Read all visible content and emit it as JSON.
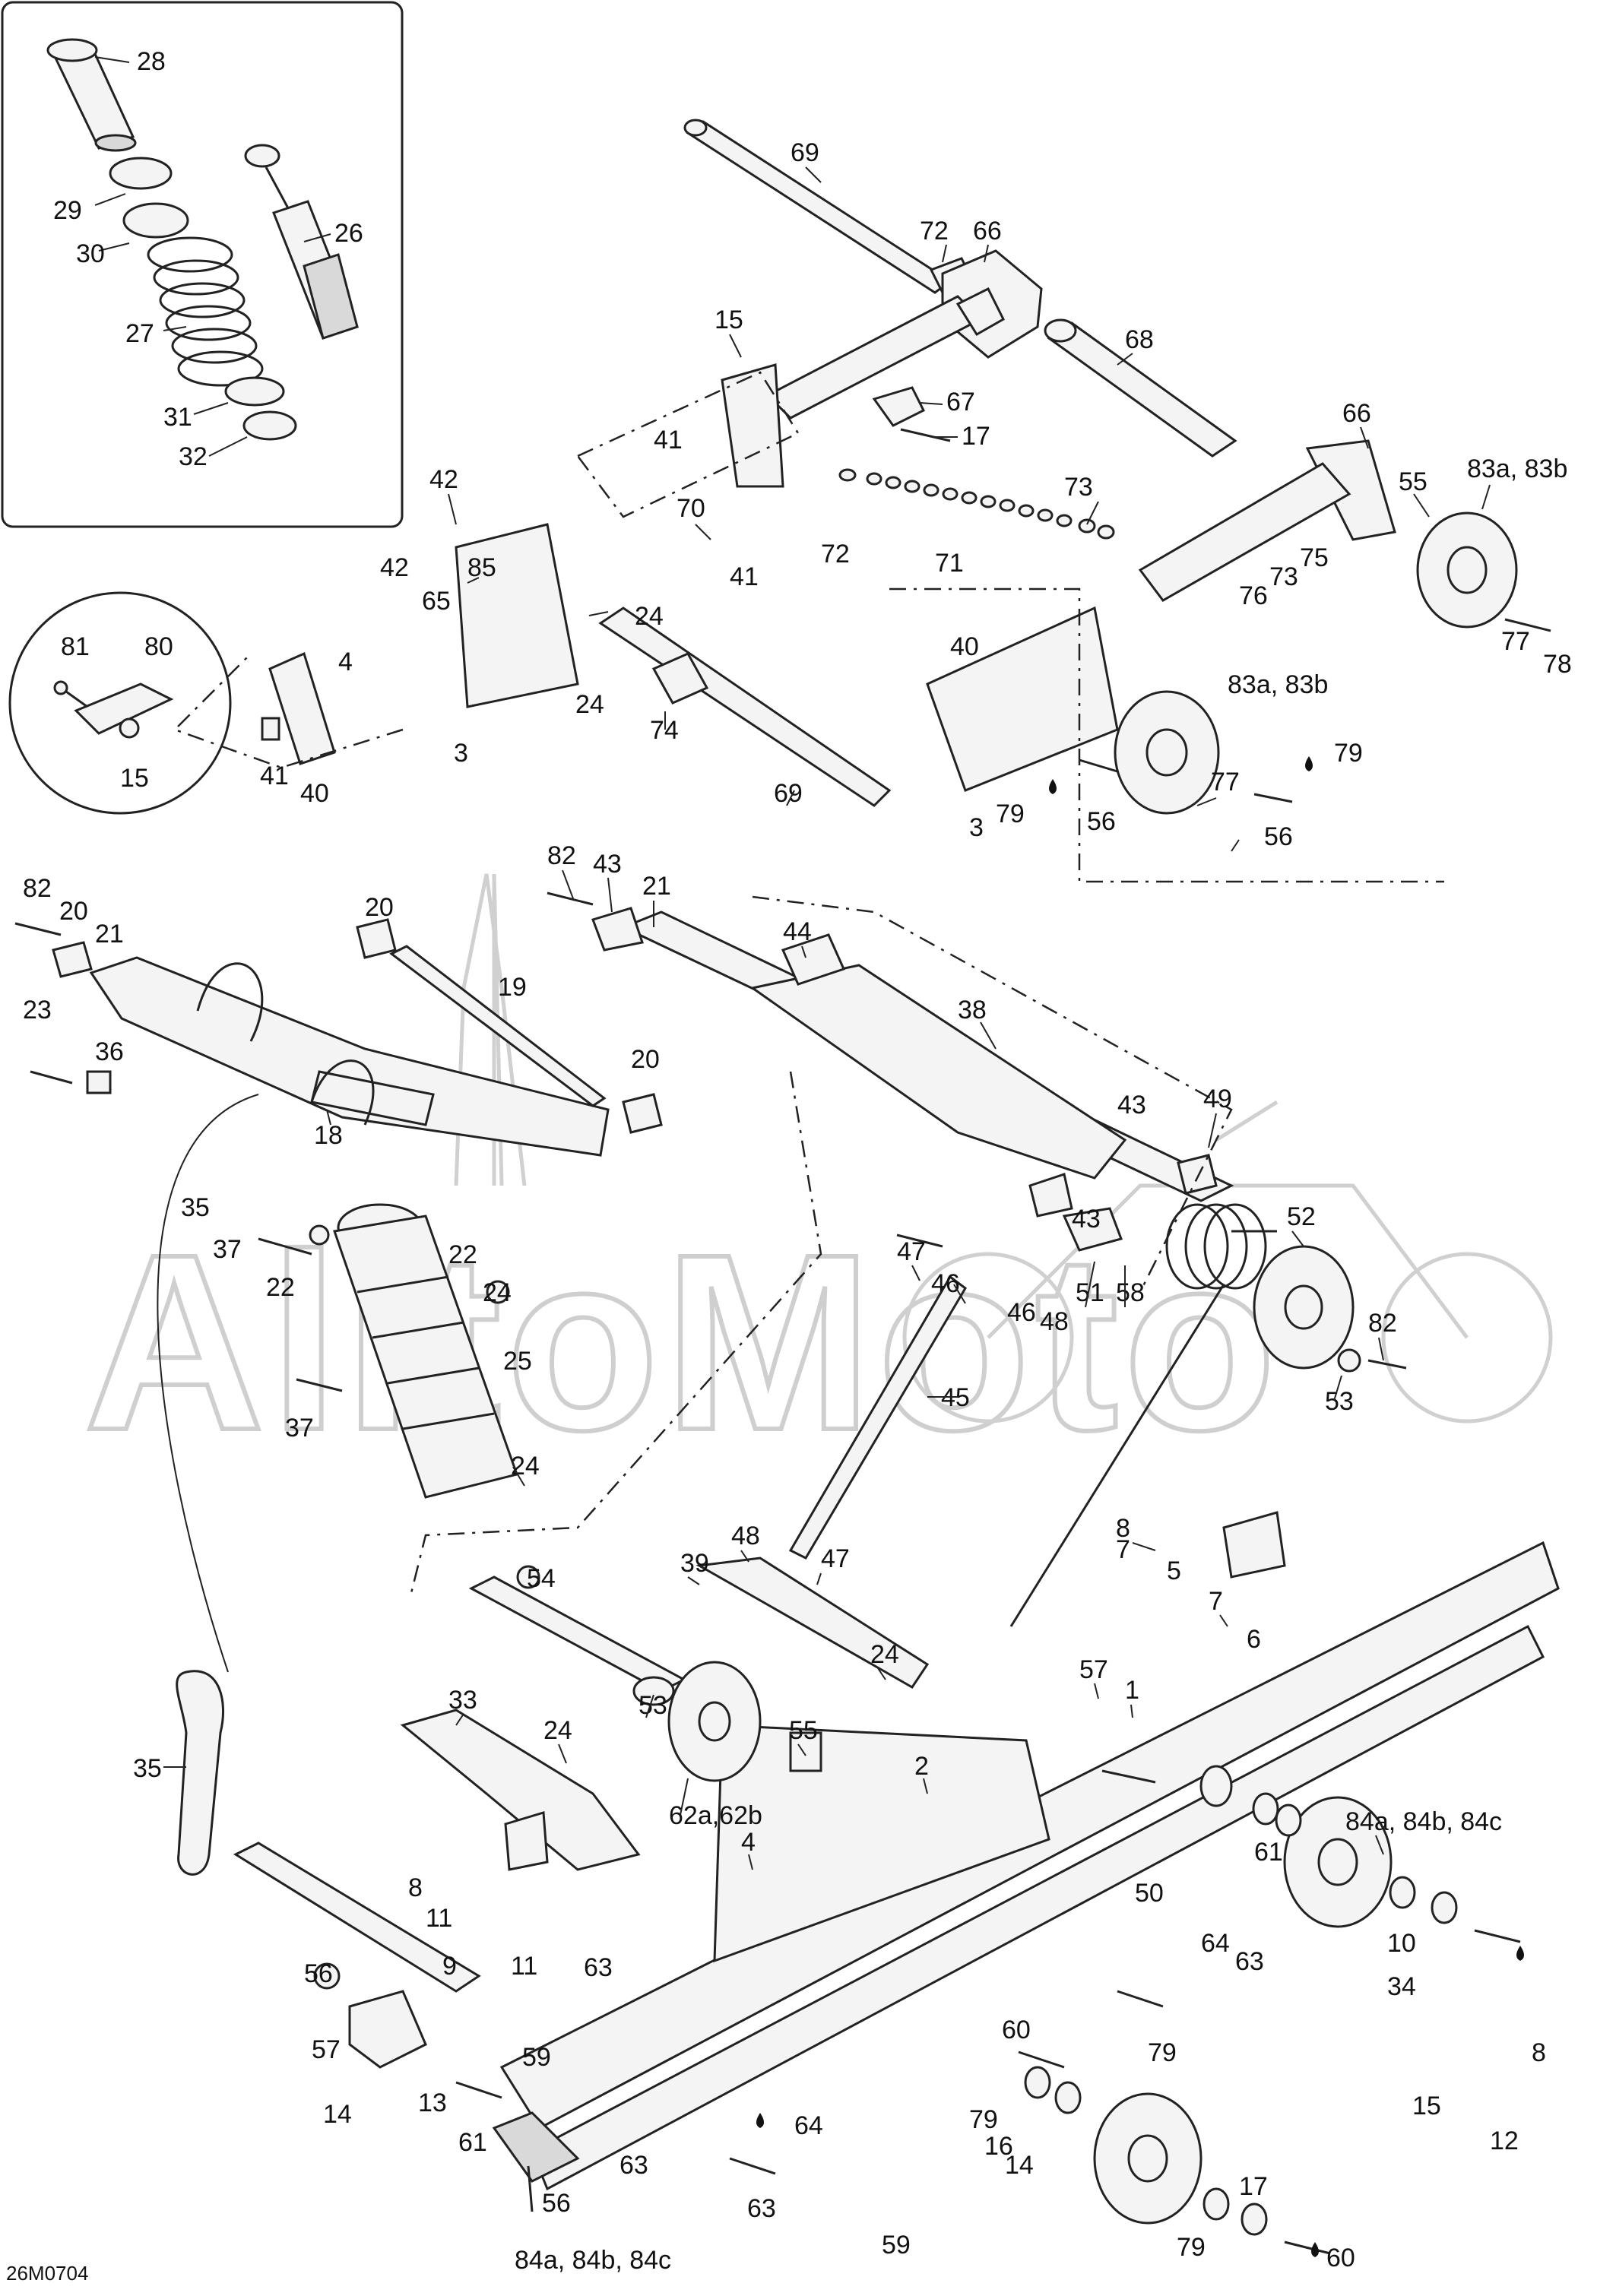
{
  "watermark": "AlltoMoto",
  "figure_code": "26M0704",
  "labels": [
    {
      "id": "l28",
      "text": "28"
    },
    {
      "id": "l29",
      "text": "29"
    },
    {
      "id": "l30",
      "text": "30"
    },
    {
      "id": "l26",
      "text": "26"
    },
    {
      "id": "l27",
      "text": "27"
    },
    {
      "id": "l31",
      "text": "31"
    },
    {
      "id": "l32",
      "text": "32"
    },
    {
      "id": "l69a",
      "text": "69"
    },
    {
      "id": "l72a",
      "text": "72"
    },
    {
      "id": "l66a",
      "text": "66"
    },
    {
      "id": "l68",
      "text": "68"
    },
    {
      "id": "l15a",
      "text": "15"
    },
    {
      "id": "l67",
      "text": "67"
    },
    {
      "id": "l17a",
      "text": "17"
    },
    {
      "id": "l41a",
      "text": "41"
    },
    {
      "id": "l42a",
      "text": "42"
    },
    {
      "id": "l70",
      "text": "70"
    },
    {
      "id": "l41b",
      "text": "41"
    },
    {
      "id": "l72b",
      "text": "72"
    },
    {
      "id": "l71",
      "text": "71"
    },
    {
      "id": "l73a",
      "text": "73"
    },
    {
      "id": "l66b",
      "text": "66"
    },
    {
      "id": "l55a",
      "text": "55"
    },
    {
      "id": "l83a",
      "text": "83a, 83b"
    },
    {
      "id": "l65",
      "text": "65"
    },
    {
      "id": "l85",
      "text": "85"
    },
    {
      "id": "l42b",
      "text": "42"
    },
    {
      "id": "l24a",
      "text": "24"
    },
    {
      "id": "l75",
      "text": "75"
    },
    {
      "id": "l73b",
      "text": "73"
    },
    {
      "id": "l76",
      "text": "76"
    },
    {
      "id": "l77a",
      "text": "77"
    },
    {
      "id": "l78",
      "text": "78"
    },
    {
      "id": "l81",
      "text": "81"
    },
    {
      "id": "l80",
      "text": "80"
    },
    {
      "id": "l15b",
      "text": "15"
    },
    {
      "id": "l4a",
      "text": "4"
    },
    {
      "id": "l24b",
      "text": "24"
    },
    {
      "id": "l74",
      "text": "74"
    },
    {
      "id": "l40a",
      "text": "40"
    },
    {
      "id": "l83b",
      "text": "83a, 83b"
    },
    {
      "id": "l41c",
      "text": "41"
    },
    {
      "id": "l40b",
      "text": "40"
    },
    {
      "id": "l3a",
      "text": "3"
    },
    {
      "id": "l69b",
      "text": "69"
    },
    {
      "id": "l79a",
      "text": "79"
    },
    {
      "id": "l79b",
      "text": "79"
    },
    {
      "id": "l3b",
      "text": "3"
    },
    {
      "id": "l56a",
      "text": "56"
    },
    {
      "id": "l77b",
      "text": "77"
    },
    {
      "id": "l56b",
      "text": "56"
    },
    {
      "id": "l82a",
      "text": "82"
    },
    {
      "id": "l43a",
      "text": "43"
    },
    {
      "id": "l21a",
      "text": "21"
    },
    {
      "id": "l44",
      "text": "44"
    },
    {
      "id": "l82b",
      "text": "82"
    },
    {
      "id": "l20a",
      "text": "20"
    },
    {
      "id": "l21b",
      "text": "21"
    },
    {
      "id": "l20b",
      "text": "20"
    },
    {
      "id": "l19",
      "text": "19"
    },
    {
      "id": "l38",
      "text": "38"
    },
    {
      "id": "l23",
      "text": "23"
    },
    {
      "id": "l36",
      "text": "36"
    },
    {
      "id": "l20c",
      "text": "20"
    },
    {
      "id": "l43b",
      "text": "43"
    },
    {
      "id": "l43c",
      "text": "43"
    },
    {
      "id": "l18",
      "text": "18"
    },
    {
      "id": "l49",
      "text": "49"
    },
    {
      "id": "l35a",
      "text": "35"
    },
    {
      "id": "l37a",
      "text": "37"
    },
    {
      "id": "l52",
      "text": "52"
    },
    {
      "id": "l47a",
      "text": "47"
    },
    {
      "id": "l22a",
      "text": "22"
    },
    {
      "id": "l22b",
      "text": "22"
    },
    {
      "id": "l46a",
      "text": "46"
    },
    {
      "id": "l24c",
      "text": "24"
    },
    {
      "id": "l46b",
      "text": "46"
    },
    {
      "id": "l48a",
      "text": "48"
    },
    {
      "id": "l51",
      "text": "51"
    },
    {
      "id": "l58",
      "text": "58"
    },
    {
      "id": "l82c",
      "text": "82"
    },
    {
      "id": "l25",
      "text": "25"
    },
    {
      "id": "l45",
      "text": "45"
    },
    {
      "id": "l53a",
      "text": "53"
    },
    {
      "id": "l37b",
      "text": "37"
    },
    {
      "id": "l24d",
      "text": "24"
    },
    {
      "id": "l8a",
      "text": "8"
    },
    {
      "id": "l7a",
      "text": "7"
    },
    {
      "id": "l48b",
      "text": "48"
    },
    {
      "id": "l47b",
      "text": "47"
    },
    {
      "id": "l39",
      "text": "39"
    },
    {
      "id": "l5",
      "text": "5"
    },
    {
      "id": "l7b",
      "text": "7"
    },
    {
      "id": "l54",
      "text": "54"
    },
    {
      "id": "l6",
      "text": "6"
    },
    {
      "id": "l24e",
      "text": "24"
    },
    {
      "id": "l53b",
      "text": "53"
    },
    {
      "id": "l57a",
      "text": "57"
    },
    {
      "id": "l1",
      "text": "1"
    },
    {
      "id": "l33",
      "text": "33"
    },
    {
      "id": "l55b",
      "text": "55"
    },
    {
      "id": "l24f",
      "text": "24"
    },
    {
      "id": "l35b",
      "text": "35"
    },
    {
      "id": "l2",
      "text": "2"
    },
    {
      "id": "l62",
      "text": "62a,62b"
    },
    {
      "id": "l4b",
      "text": "4"
    },
    {
      "id": "l84a",
      "text": "84a, 84b, 84c"
    },
    {
      "id": "l8b",
      "text": "8"
    },
    {
      "id": "l61a",
      "text": "61"
    },
    {
      "id": "l11a",
      "text": "11"
    },
    {
      "id": "l50",
      "text": "50"
    },
    {
      "id": "l9",
      "text": "9"
    },
    {
      "id": "l11b",
      "text": "11"
    },
    {
      "id": "l64a",
      "text": "64"
    },
    {
      "id": "l63a",
      "text": "63"
    },
    {
      "id": "l10",
      "text": "10"
    },
    {
      "id": "l63b",
      "text": "63"
    },
    {
      "id": "l34",
      "text": "34"
    },
    {
      "id": "l56c",
      "text": "56"
    },
    {
      "id": "l79c",
      "text": "79"
    },
    {
      "id": "l8c",
      "text": "8"
    },
    {
      "id": "l59a",
      "text": "59"
    },
    {
      "id": "l15c",
      "text": "15"
    },
    {
      "id": "l57b",
      "text": "57"
    },
    {
      "id": "l60a",
      "text": "60"
    },
    {
      "id": "l12",
      "text": "12"
    },
    {
      "id": "l14a",
      "text": "14"
    },
    {
      "id": "l13",
      "text": "13"
    },
    {
      "id": "l61b",
      "text": "61"
    },
    {
      "id": "l79d",
      "text": "79"
    },
    {
      "id": "l64b",
      "text": "64"
    },
    {
      "id": "l16",
      "text": "16"
    },
    {
      "id": "l63c",
      "text": "63"
    },
    {
      "id": "l14b",
      "text": "14"
    },
    {
      "id": "l56d",
      "text": "56"
    },
    {
      "id": "l63d",
      "text": "63"
    },
    {
      "id": "l17b",
      "text": "17"
    },
    {
      "id": "l84b",
      "text": "84a, 84b, 84c"
    },
    {
      "id": "l59b",
      "text": "59"
    },
    {
      "id": "l79e",
      "text": "79"
    },
    {
      "id": "l60b",
      "text": "60"
    }
  ]
}
